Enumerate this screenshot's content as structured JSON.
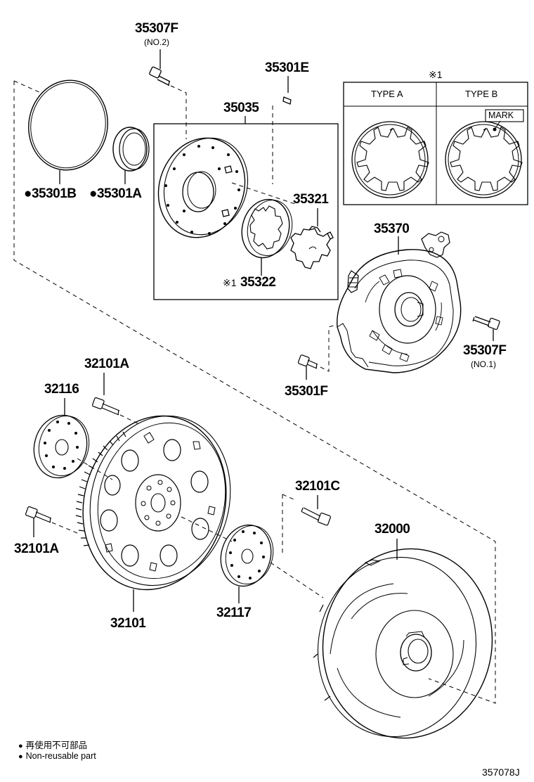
{
  "parts": {
    "p35307F_no2": "35307F",
    "p35307F_no2_sub": "(NO.2)",
    "p35301E": "35301E",
    "p35035": "35035",
    "p35301B": "●35301B",
    "p35301A": "●35301A",
    "p35321": "35321",
    "p35322_prefix": "※1",
    "p35322": "35322",
    "p35370": "35370",
    "p35307F_no1": "35307F",
    "p35307F_no1_sub": "(NO.1)",
    "p35301F": "35301F",
    "p32101A_top": "32101A",
    "p32116": "32116",
    "p32101A_left": "32101A",
    "p32101C": "32101C",
    "p32000": "32000",
    "p32101": "32101",
    "p32117": "32117"
  },
  "inset": {
    "note_mark": "※1",
    "type_a": "TYPE A",
    "type_b": "TYPE B",
    "mark": "MARK"
  },
  "legend": {
    "line1": "再使用不可部品",
    "line2": "Non-reusable part"
  },
  "drawing_code": "357078J"
}
